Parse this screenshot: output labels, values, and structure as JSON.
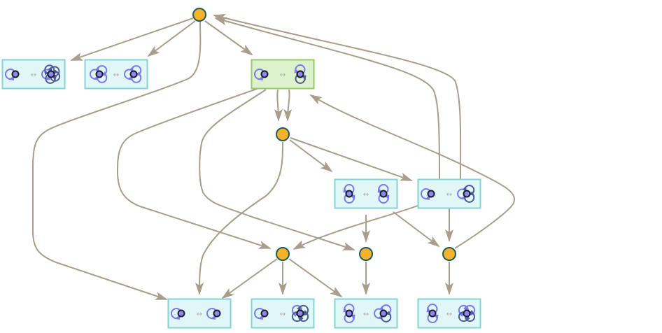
{
  "diagram": {
    "type": "multiway-rewrite-graph",
    "colors": {
      "edge": "#a89e8c",
      "junction_fill": "#f7b22c",
      "junction_stroke": "#1f5c5a",
      "box_fill": "#e1f6f6",
      "box_stroke": "#84d4d2",
      "highlight_fill": "#dcf2cc",
      "highlight_stroke": "#96c96e",
      "loop_light": "#7a78ee",
      "loop_dark": "#4b5b99",
      "vertex": "#8c8ae8"
    },
    "equiv_symbol": "↔",
    "junctions": [
      {
        "id": "J0",
        "label": "event"
      },
      {
        "id": "J1",
        "label": "event"
      },
      {
        "id": "J2",
        "label": "event"
      },
      {
        "id": "J3",
        "label": "event"
      },
      {
        "id": "J4",
        "label": "event"
      }
    ],
    "rules": [
      {
        "id": "B1",
        "name": "1-loop to 5-loop rule",
        "left": [
          "light"
        ],
        "right": [
          "light",
          "dark",
          "dark",
          "dark",
          "dark"
        ],
        "highlighted": false
      },
      {
        "id": "B2",
        "name": "3-loop to 3-loop rule",
        "left": [
          "light",
          "light",
          "light"
        ],
        "right": [
          "light",
          "light",
          "light"
        ],
        "highlighted": false
      },
      {
        "id": "B3",
        "name": "1-loop to 2-loop rule",
        "left": [
          "light"
        ],
        "right": [
          "light",
          "dark"
        ],
        "highlighted": true
      },
      {
        "id": "B4",
        "name": "2-loop to 2-loop rule",
        "left": [
          "light",
          "light"
        ],
        "right": [
          "light",
          "light"
        ],
        "highlighted": false
      },
      {
        "id": "B5",
        "name": "1-loop to 3-loop rule",
        "left": [
          "light"
        ],
        "right": [
          "light",
          "dark",
          "dark"
        ],
        "highlighted": false
      },
      {
        "id": "B6",
        "name": "1-loop to 1-loop rule",
        "left": [
          "light"
        ],
        "right": [
          "light"
        ],
        "highlighted": false
      },
      {
        "id": "B7",
        "name": "1-loop to 4-loop rule",
        "left": [
          "light"
        ],
        "right": [
          "light",
          "dark",
          "dark",
          "dark"
        ],
        "highlighted": false
      },
      {
        "id": "B8",
        "name": "2-loop to 3-loop rule",
        "left": [
          "light",
          "light"
        ],
        "right": [
          "light",
          "light",
          "dark"
        ],
        "highlighted": false
      },
      {
        "id": "B9",
        "name": "2-loop to 4-loop rule",
        "left": [
          "light",
          "light"
        ],
        "right": [
          "light",
          "light",
          "dark",
          "dark"
        ],
        "highlighted": false
      }
    ],
    "edges": [
      {
        "from": "J0",
        "to": "B1"
      },
      {
        "from": "J0",
        "to": "B2"
      },
      {
        "from": "J0",
        "to": "B3"
      },
      {
        "from": "J0",
        "to": "B6"
      },
      {
        "from": "B3",
        "to": "J1"
      },
      {
        "from": "B3",
        "to": "J1"
      },
      {
        "from": "B3",
        "to": "J2"
      },
      {
        "from": "B3",
        "to": "J3"
      },
      {
        "from": "J1",
        "to": "B4"
      },
      {
        "from": "J1",
        "to": "B5"
      },
      {
        "from": "J1",
        "to": "B6"
      },
      {
        "from": "B5",
        "to": "J0"
      },
      {
        "from": "B5",
        "to": "J0"
      },
      {
        "from": "B5",
        "to": "J2"
      },
      {
        "from": "B5",
        "to": "J4"
      },
      {
        "from": "B4",
        "to": "J3"
      },
      {
        "from": "B4",
        "to": "J4"
      },
      {
        "from": "J4",
        "to": "B3"
      },
      {
        "from": "J2",
        "to": "B6"
      },
      {
        "from": "J2",
        "to": "B7"
      },
      {
        "from": "J2",
        "to": "B8"
      },
      {
        "from": "J3",
        "to": "B8"
      },
      {
        "from": "J4",
        "to": "B9"
      }
    ]
  }
}
